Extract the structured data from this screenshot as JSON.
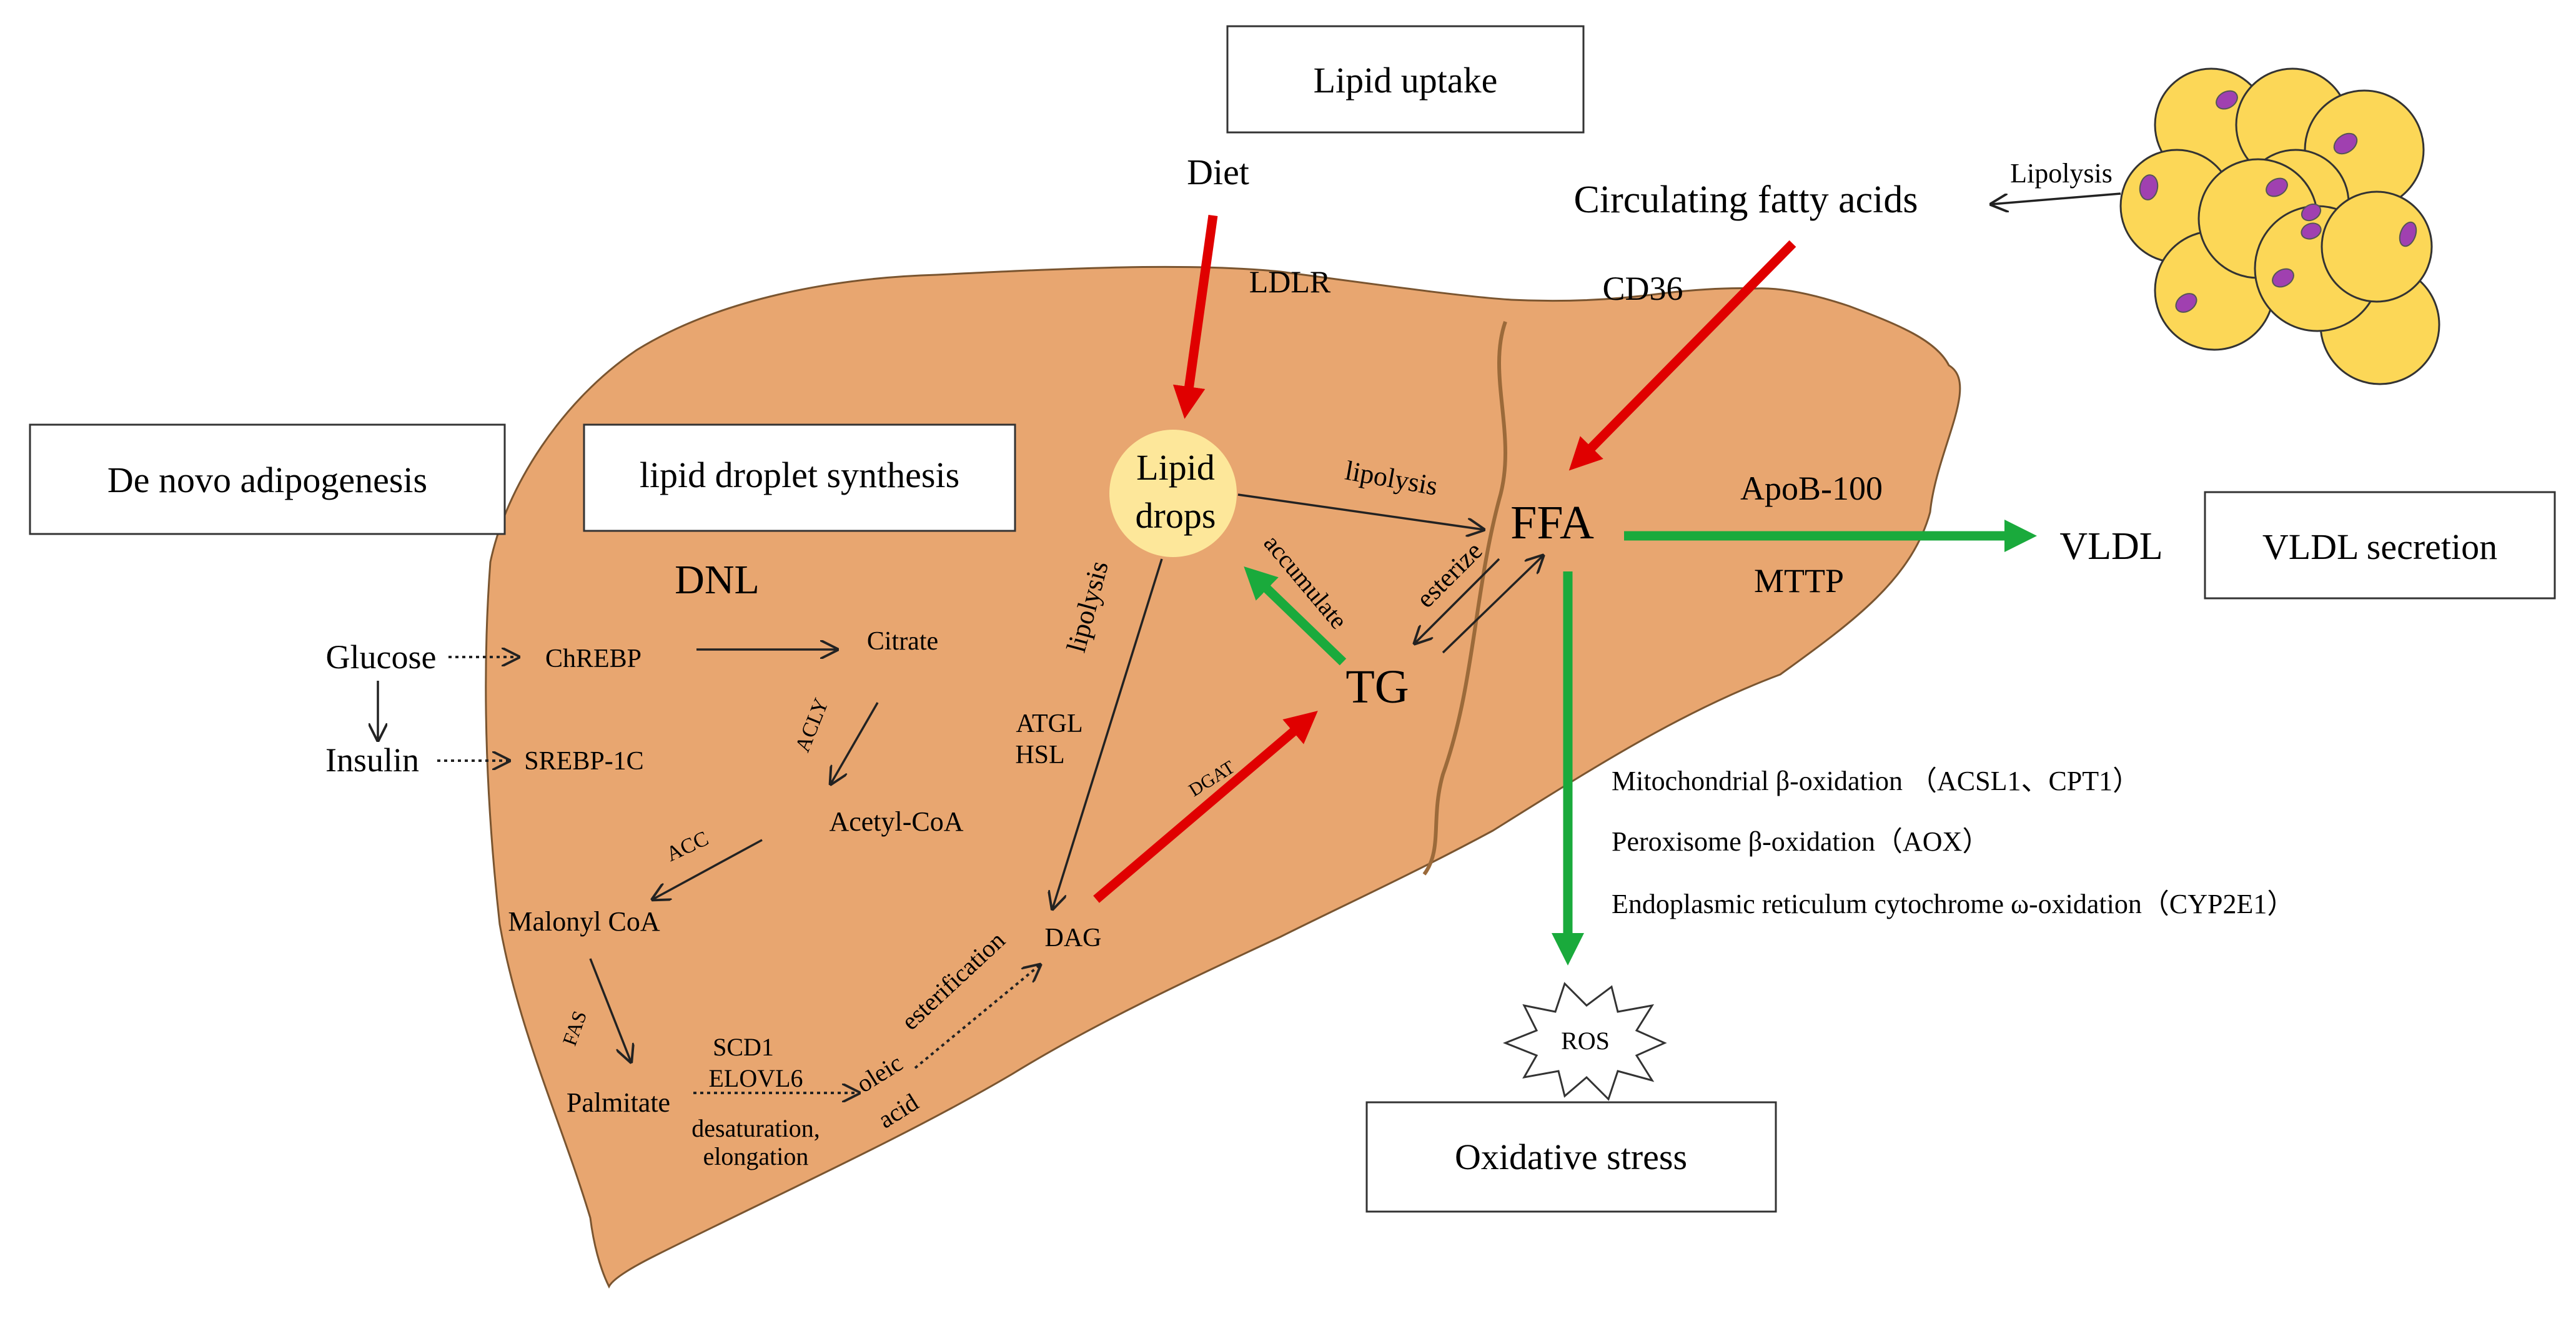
{
  "colors": {
    "liver": "#e8a670",
    "liver_edge": "#7a5530",
    "droplet": "#fde79a",
    "cell": "#fcd757",
    "nucleus": "#a040b0",
    "red_arrow": "#e00000",
    "green_arrow": "#1aaa3c"
  },
  "boxes": {
    "lipid_uptake": "Lipid uptake",
    "de_novo": "De novo adipogenesis",
    "droplet_synthesis": "lipid droplet synthesis",
    "vldl_secretion": "VLDL secretion",
    "oxidative_stress": "Oxidative stress"
  },
  "labels": {
    "diet": "Diet",
    "ldlr": "LDLR",
    "circulating_fa": "Circulating fatty acids",
    "lipolysis_top": "Lipolysis",
    "cd36": "CD36",
    "dnl": "DNL",
    "lipid_drops_1": "Lipid",
    "lipid_drops_2": "drops",
    "lipolysis_1": "lipolysis",
    "lipolysis_2": "lipolysis",
    "ffa": "FFA",
    "apob": "ApoB-100",
    "mttp": "MTTP",
    "vldl": "VLDL",
    "tg": "TG",
    "accumulate": "accumulate",
    "esterize": "esterize",
    "atgl": "ATGL",
    "hsl": "HSL",
    "dgat": "DGAT",
    "dag": "DAG",
    "glucose": "Glucose",
    "insulin": "Insulin",
    "chrebp": "ChREBP",
    "srebp": "SREBP-1C",
    "citrate": "Citrate",
    "acly": "ACLY",
    "acetyl_coa": "Acetyl-CoA",
    "acc": "ACC",
    "malonyl_coa": "Malonyl CoA",
    "fas": "FAS",
    "palmitate": "Palmitate",
    "scd1": "SCD1",
    "elovl6": "ELOVL6",
    "desaturation": "desaturation,",
    "elongation": "elongation",
    "oleic": "oleic",
    "acid": "acid",
    "esterification": "esterification",
    "mito": "Mitochondrial β-oxidation （ACSL1、CPT1）",
    "peroxisome": "Peroxisome β-oxidation（AOX）",
    "er": "Endoplasmic reticulum cytochrome ω-oxidation（CYP2E1）",
    "ros": "ROS"
  }
}
